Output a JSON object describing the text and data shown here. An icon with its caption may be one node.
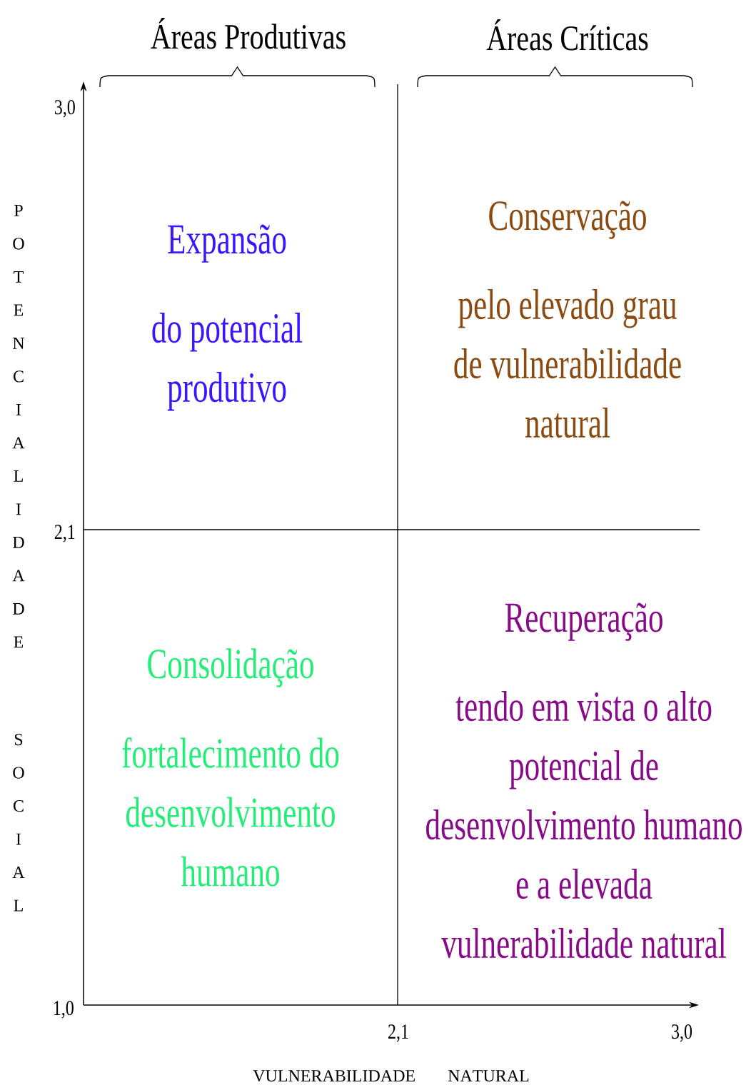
{
  "diagram": {
    "labels": [
      "Áreas Produtivas",
      "Áreas Críticas",
      "3,0",
      "POTENCIALIDADE",
      "Expansão",
      "do potencial produtivo",
      "Conservação",
      "pelo elevado grau de vulnerabilidade natural",
      "2,1",
      "Consolidação",
      "fortalecimento do desenvolvimento humano",
      "Recuperação",
      "tendo em vista o alto potencial de desenvolvimento humano e a elevada vulnerabilidade natural",
      "SOCIAL",
      "1,0",
      "2,1",
      "3,0",
      "VULNERABILIDADE NATURAL"
    ]
  }
}
